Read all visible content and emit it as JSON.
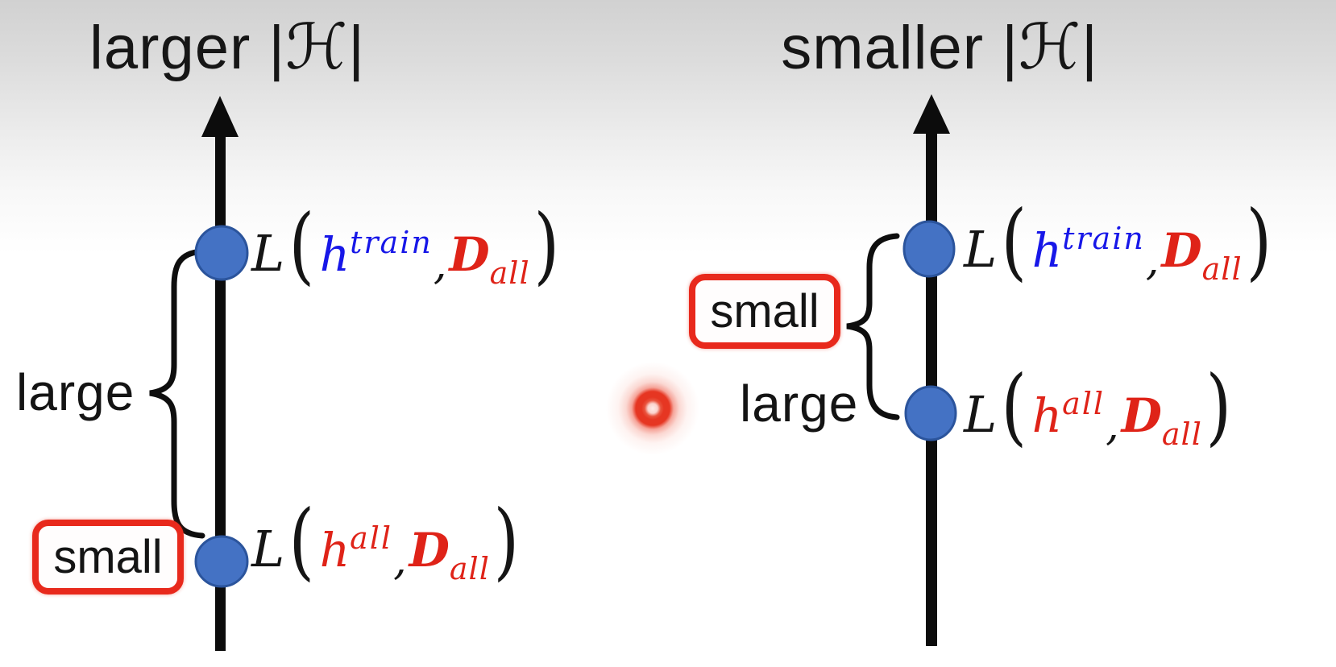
{
  "titles": {
    "left_prefix": "larger |",
    "left_H": "ℋ",
    "left_suffix": "|",
    "right_prefix": "smaller |",
    "right_H": "ℋ",
    "right_suffix": "|"
  },
  "labels": {
    "left_brace": "large",
    "left_box": "small",
    "right_box": "small",
    "right_brace": "large"
  },
  "formulas": {
    "train": {
      "L": "L",
      "open": "(",
      "h": "h",
      "sup": "train",
      "comma": ",",
      "D": "D",
      "sub": "all",
      "close": ")"
    },
    "all": {
      "L": "L",
      "open": "(",
      "h": "h",
      "sup": "all",
      "comma": ",",
      "D": "D",
      "sub": "all",
      "close": ")"
    }
  },
  "colors": {
    "axis_black": "#0c0c0c",
    "dot_fill": "#4472c4",
    "dot_border": "#2b549c",
    "math_blue": "#1717e8",
    "math_red": "#df2318",
    "box_border_red": "#e8291c",
    "background_top": "#d1d1d1",
    "background_bottom": "#ffffff"
  },
  "icons": {
    "laser_pointer": "red-glow-dot",
    "left_axis": "up-arrow-axis",
    "right_axis": "up-arrow-axis"
  }
}
